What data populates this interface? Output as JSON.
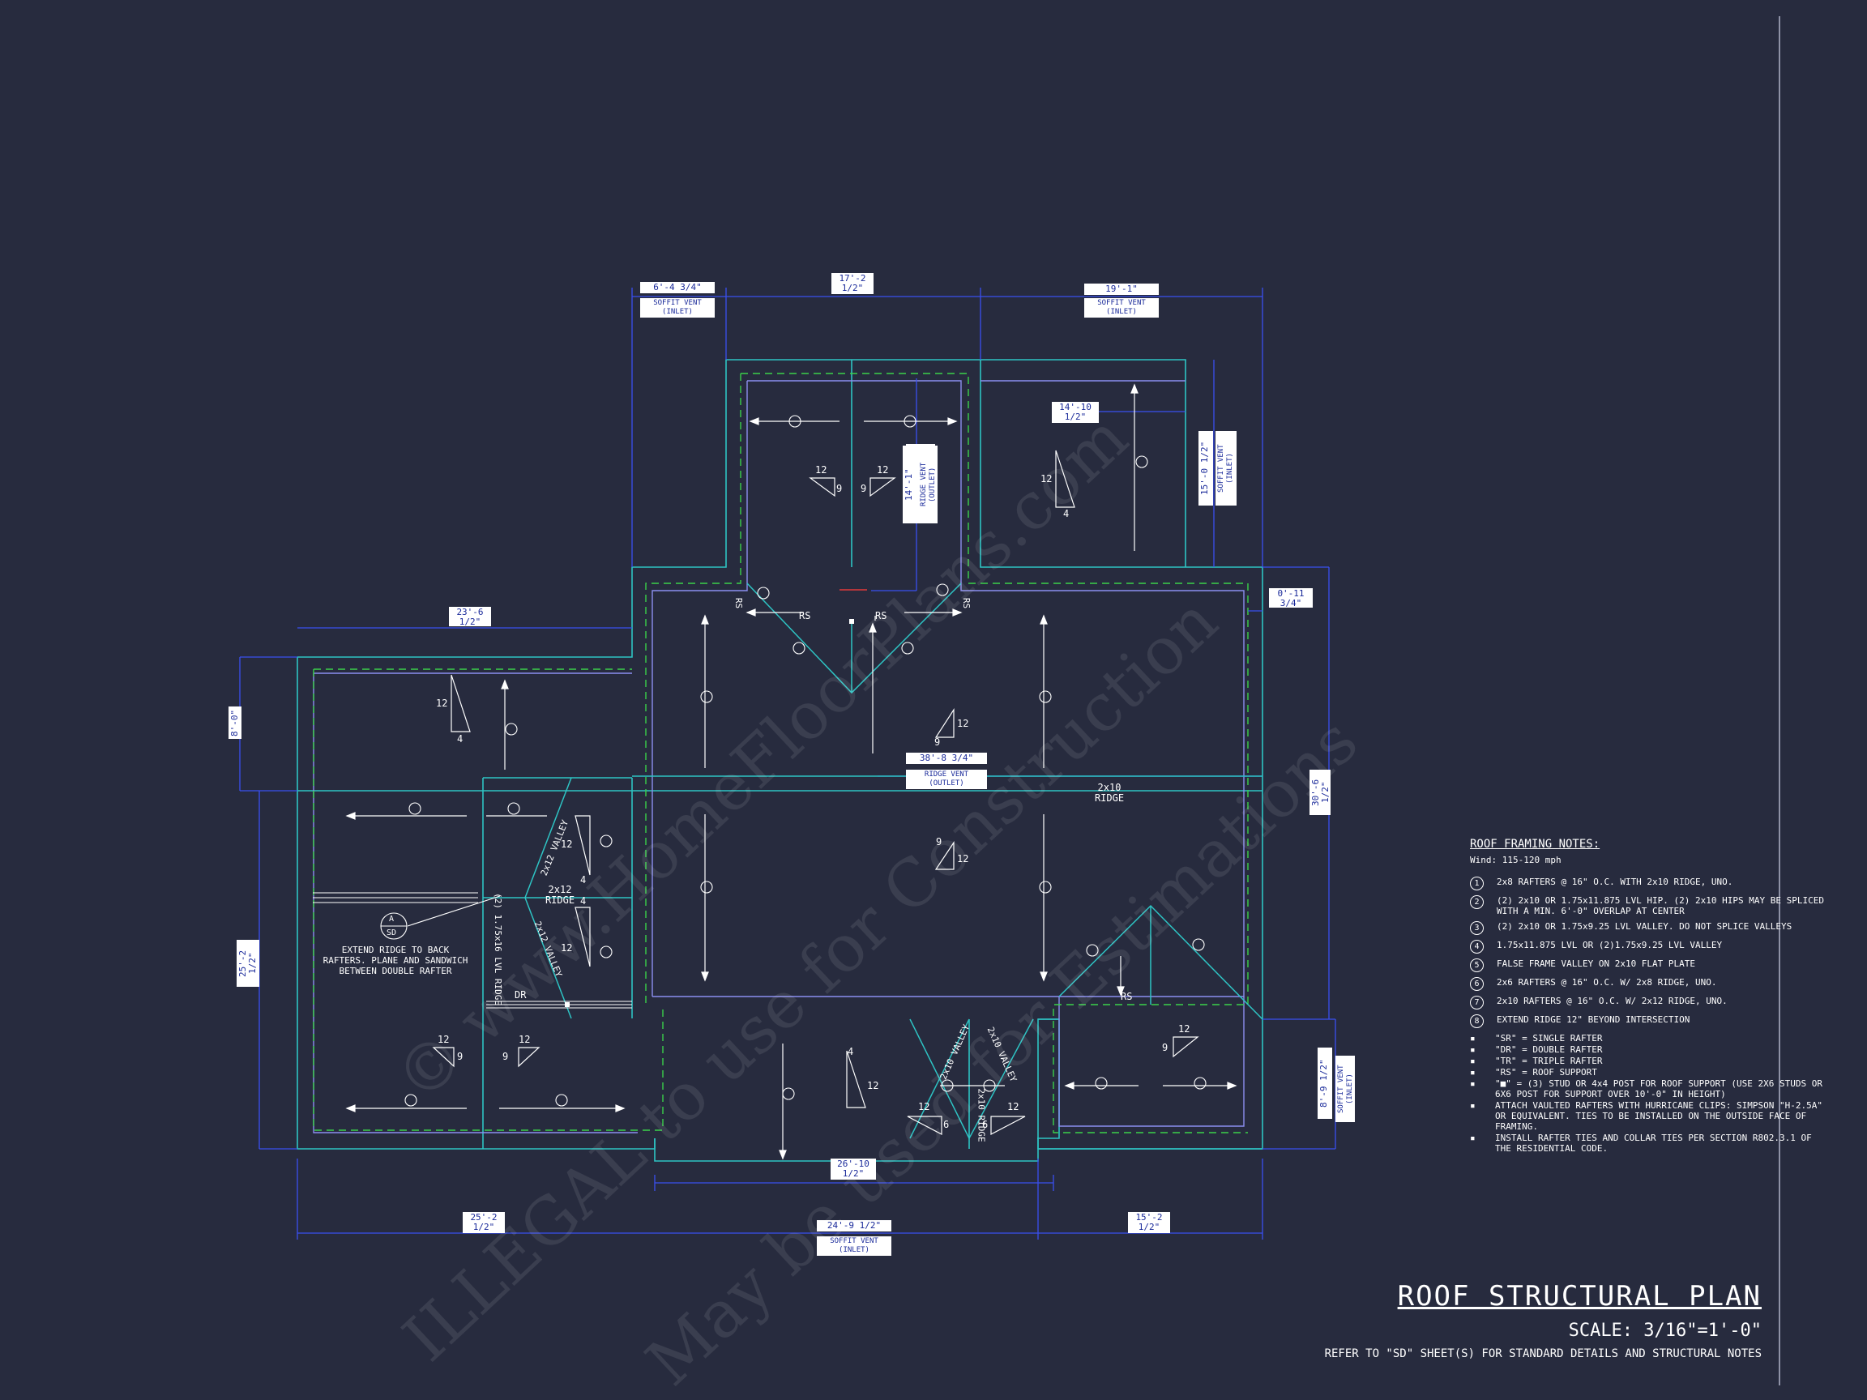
{
  "watermark": {
    "line1": "© www.HomeFloorPlans.com",
    "line2": "ILLEGAL to use for Construction",
    "line3": "May be used for Estimations"
  },
  "dimensions": {
    "top_left": "6'-4 3/4\"",
    "top_mid_a": "17'-2",
    "top_mid_b": "1/2\"",
    "top_right": "19'-1\"",
    "left_top_a": "23'-6",
    "left_top_b": "1/2\"",
    "left_side": "8'-0\"",
    "left_lower_a": "25'-2",
    "left_lower_b": "1/2\"",
    "right_upper_a": "0'-11",
    "right_upper_b": "3/4\"",
    "right_mid_a": "30'-6",
    "right_mid_b": "1/2\"",
    "right_lower_a": "8'-9 1/2\"",
    "inner_top_a": "14'-10",
    "inner_top_b": "1/2\"",
    "inner_right": "15'-0 1/2\"",
    "inner_ridge": "14'-1\"",
    "center_ridge": "38'-8 3/4\"",
    "bottom_a1": "26'-10",
    "bottom_a2": "1/2\"",
    "bottom_left_a": "25'-2",
    "bottom_left_b": "1/2\"",
    "bottom_mid": "24'-9 1/2\"",
    "bottom_right_a": "15'-2",
    "bottom_right_b": "1/2\""
  },
  "vents": {
    "soffit_inlet_a": "SOFFIT VENT",
    "soffit_inlet_b": "(INLET)",
    "ridge_outlet_a": "RIDGE VENT",
    "ridge_outlet_b": "(OUTLET)"
  },
  "labels": {
    "ridge_2x10_a": "2x10",
    "ridge_2x10_b": "RIDGE",
    "ridge_2x12_a": "2x12",
    "ridge_2x12_b": "RIDGE",
    "valley_2x12": "2x12 VALLEY",
    "valley_2x10": "2x10 VALLEY",
    "lvl_ridge": "(2) 1.75x16 LVL RIDGE",
    "ridge_2x10_vert": "2x10 RIDGE",
    "dr": "DR",
    "rs": "RS",
    "detail_a": "A",
    "detail_sd": "SD",
    "extend_note_1": "EXTEND RIDGE TO BACK",
    "extend_note_2": "RAFTERS. PLANE AND SANDWICH",
    "extend_note_3": "BETWEEN DOUBLE RAFTER",
    "pitch_12": "12",
    "pitch_9": "9",
    "pitch_4": "4",
    "pitch_6": "6"
  },
  "notes": {
    "heading": "ROOF FRAMING NOTES:",
    "wind": "Wind: 115-120 mph",
    "items": [
      {
        "num": "1",
        "text": "2x8 RAFTERS @ 16\" O.C. WITH 2x10 RIDGE, UNO."
      },
      {
        "num": "2",
        "text": "(2) 2x10 OR 1.75x11.875 LVL HIP. (2) 2x10 HIPS MAY BE SPLICED WITH A MIN. 6'-0\" OVERLAP AT CENTER"
      },
      {
        "num": "3",
        "text": "(2) 2x10 OR 1.75x9.25 LVL VALLEY. DO NOT SPLICE VALLEYS"
      },
      {
        "num": "4",
        "text": "1.75x11.875 LVL OR (2)1.75x9.25 LVL VALLEY"
      },
      {
        "num": "5",
        "text": "FALSE FRAME VALLEY ON 2x10 FLAT PLATE"
      },
      {
        "num": "6",
        "text": "2x6 RAFTERS @ 16\" O.C. W/ 2x8 RIDGE, UNO."
      },
      {
        "num": "7",
        "text": "2x10 RAFTERS @ 16\" O.C. W/ 2x12 RIDGE, UNO."
      },
      {
        "num": "8",
        "text": "EXTEND RIDGE 12\" BEYOND INTERSECTION"
      }
    ],
    "legend": [
      "\"SR\" = SINGLE RAFTER",
      "\"DR\" = DOUBLE RAFTER",
      "\"TR\" = TRIPLE RAFTER",
      "\"RS\" = ROOF SUPPORT",
      "\"■\" = (3) STUD OR 4x4 POST FOR ROOF SUPPORT (USE 2X6 STUDS OR 6X6 POST FOR SUPPORT OVER 10'-0\" IN HEIGHT)",
      "ATTACH VAULTED RAFTERS WITH HURRICANE CLIPS: SIMPSON \"H-2.5A\" OR EQUIVALENT. TIES TO BE INSTALLED ON THE OUTSIDE FACE OF FRAMING.",
      "INSTALL RAFTER TIES AND COLLAR TIES PER SECTION R802.3.1 OF THE RESIDENTIAL CODE."
    ]
  },
  "title": {
    "main": "ROOF STRUCTURAL PLAN",
    "scale": "SCALE: 3/16\"=1'-0\"",
    "ref": "REFER TO \"SD\" SHEET(S) FOR STANDARD DETAILS AND STRUCTURAL NOTES"
  }
}
